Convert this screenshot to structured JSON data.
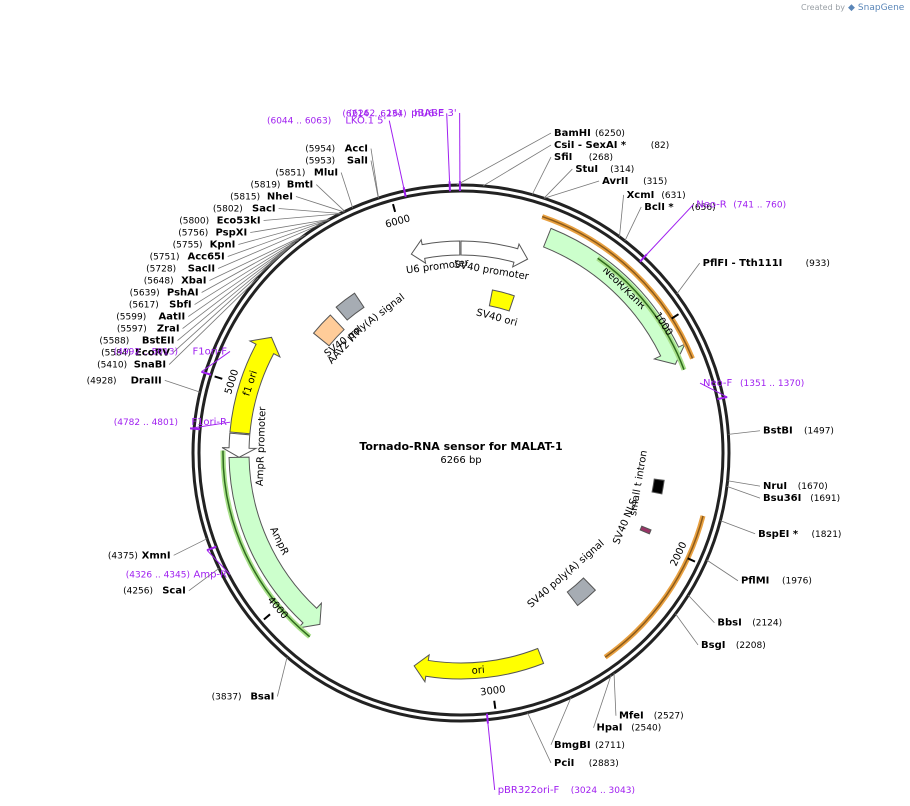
{
  "map": {
    "title": "Tornado-RNA sensor for MALAT-1",
    "size": "6266 bp",
    "length": 6266
  },
  "credit": {
    "prefix": "Created by",
    "brand": "SnapGene"
  },
  "tick_labels": [
    {
      "value": 1000,
      "text": "1000"
    },
    {
      "value": 2000,
      "text": "2000"
    },
    {
      "value": 3000,
      "text": "3000"
    },
    {
      "value": 4000,
      "text": "4000"
    },
    {
      "value": 5000,
      "text": "5000"
    },
    {
      "value": 6000,
      "text": "6000"
    }
  ],
  "enzymes": [
    {
      "name": "BamHI",
      "pos": "(6250)",
      "site": 6250
    },
    {
      "name": "CsiI - SexAI *",
      "pos": "(82)",
      "site": 82
    },
    {
      "name": "SfiI",
      "pos": "(268)",
      "site": 268
    },
    {
      "name": "StuI",
      "pos": "(314)",
      "site": 314
    },
    {
      "name": "AvrII",
      "pos": "(315)",
      "site": 315
    },
    {
      "name": "XcmI",
      "pos": "(631)",
      "site": 631
    },
    {
      "name": "BclI *",
      "pos": "(656)",
      "site": 656
    },
    {
      "name": "PflFI - Tth111I",
      "pos": "(933)",
      "site": 933
    },
    {
      "name": "BstBI",
      "pos": "(1497)",
      "site": 1497
    },
    {
      "name": "NruI",
      "pos": "(1670)",
      "site": 1670
    },
    {
      "name": "Bsu36I",
      "pos": "(1691)",
      "site": 1691
    },
    {
      "name": "BspEI *",
      "pos": "(1821)",
      "site": 1821
    },
    {
      "name": "PflMI",
      "pos": "(1976)",
      "site": 1976
    },
    {
      "name": "BbsI",
      "pos": "(2124)",
      "site": 2124
    },
    {
      "name": "BsgI",
      "pos": "(2208)",
      "site": 2208
    },
    {
      "name": "MfeI",
      "pos": "(2527)",
      "site": 2527
    },
    {
      "name": "HpaI",
      "pos": "(2540)",
      "site": 2540
    },
    {
      "name": "BmgBI",
      "pos": "(2711)",
      "site": 2711
    },
    {
      "name": "PciI",
      "pos": "(2883)",
      "site": 2883
    },
    {
      "name": "BsaI",
      "pos": "(3837)",
      "site": 3837
    },
    {
      "name": "ScaI",
      "pos": "(4256)",
      "site": 4256
    },
    {
      "name": "XmnI",
      "pos": "(4375)",
      "site": 4375
    },
    {
      "name": "DraIII",
      "pos": "(4928)",
      "site": 4928
    },
    {
      "name": "SnaBI",
      "pos": "(5410)",
      "site": 5410
    },
    {
      "name": "EcoRV",
      "pos": "(5584)",
      "site": 5584
    },
    {
      "name": "BstEII",
      "pos": "(5588)",
      "site": 5588
    },
    {
      "name": "ZraI",
      "pos": "(5597)",
      "site": 5597
    },
    {
      "name": "AatII",
      "pos": "(5599)",
      "site": 5599
    },
    {
      "name": "SbfI",
      "pos": "(5617)",
      "site": 5617
    },
    {
      "name": "PshAI",
      "pos": "(5639)",
      "site": 5639
    },
    {
      "name": "XbaI",
      "pos": "(5648)",
      "site": 5648
    },
    {
      "name": "SacII",
      "pos": "(5728)",
      "site": 5728
    },
    {
      "name": "Acc65I",
      "pos": "(5751)",
      "site": 5751
    },
    {
      "name": "KpnI",
      "pos": "(5755)",
      "site": 5755
    },
    {
      "name": "PspXI",
      "pos": "(5756)",
      "site": 5756
    },
    {
      "name": "Eco53kI",
      "pos": "(5800)",
      "site": 5800
    },
    {
      "name": "SacI",
      "pos": "(5802)",
      "site": 5802
    },
    {
      "name": "NheI",
      "pos": "(5815)",
      "site": 5815
    },
    {
      "name": "BmtI",
      "pos": "(5819)",
      "site": 5819
    },
    {
      "name": "MluI",
      "pos": "(5851)",
      "site": 5851
    },
    {
      "name": "SalI",
      "pos": "(5953)",
      "site": 5953
    },
    {
      "name": "AccI",
      "pos": "(5954)",
      "site": 5954
    }
  ],
  "primers": [
    {
      "name": "pBABE 3'",
      "pos": "(6262 .. 16)",
      "site": 6262
    },
    {
      "name": "hU6-F",
      "pos": "(6214 .. 6234)",
      "site": 6224
    },
    {
      "name": "LKO.1 5'",
      "pos": "(6044 .. 6063)",
      "site": 6054
    },
    {
      "name": "Neo-R",
      "pos": "(741 .. 760)",
      "site": 750
    },
    {
      "name": "Neo-F",
      "pos": "(1351 .. 1370)",
      "site": 1360
    },
    {
      "name": "pBR322ori-F",
      "pos": "(3024 .. 3043)",
      "site": 3034
    },
    {
      "name": "Amp-R",
      "pos": "(4326 .. 4345)",
      "site": 4335
    },
    {
      "name": "F1ori-R",
      "pos": "(4782 .. 4801)",
      "site": 4790
    },
    {
      "name": "F1ori-F",
      "pos": "(4992 .. 5013)",
      "site": 5002
    }
  ],
  "features": [
    {
      "label": "U6 promoter",
      "start": 6022,
      "end": 6260,
      "strand": "reverse",
      "color": "#ffffff"
    },
    {
      "label": "SV40 promoter",
      "start": 0,
      "end": 330,
      "strand": "forward",
      "color": "#ffffff"
    },
    {
      "label": "SV40 ori",
      "start": 190,
      "end": 326,
      "strand": "none",
      "color": "#ffff00"
    },
    {
      "label": "NeoR/KanR",
      "start": 380,
      "end": 1175,
      "strand": "forward",
      "color": "#ccffcc"
    },
    {
      "label": "small t intron",
      "start": 1700,
      "end": 1767,
      "strand": "none",
      "color": "#000000"
    },
    {
      "label": "SV40 NLS",
      "start": 1950,
      "end": 1971,
      "strand": "none",
      "color": "#993366"
    },
    {
      "label": "SV40 poly(A) signal",
      "start": 2360,
      "end": 2482,
      "strand": "none",
      "color": "#a6acb3"
    },
    {
      "label": "ori",
      "start": 2760,
      "end": 3349,
      "strand": "forward",
      "color": "#ffff00"
    },
    {
      "label": "AmpR",
      "start": 3820,
      "end": 4680,
      "strand": "reverse",
      "color": "#ccffcc"
    },
    {
      "label": "AmpR promoter",
      "start": 4680,
      "end": 4785,
      "strand": "reverse",
      "color": "#ffffff"
    },
    {
      "label": "f1 ori",
      "start": 4790,
      "end": 5246,
      "strand": "forward",
      "color": "#ffff00"
    },
    {
      "label": "AAV2 ITR",
      "start": 5380,
      "end": 5510,
      "strand": "none",
      "color": "#ffcc99"
    },
    {
      "label": "SV40 poly(A) signal",
      "start": 5560,
      "end": 5680,
      "strand": "none",
      "color": "#a6acb3"
    }
  ],
  "arcs": [
    {
      "name": "orange-arc-neo",
      "start": 330,
      "end": 1180,
      "color": "#e8a040",
      "inner": "#8b5a1a"
    },
    {
      "name": "green-arc-neo",
      "start": 610,
      "end": 1210,
      "color": "#a9e08a",
      "inner": "#2e6b1e"
    },
    {
      "name": "orange-arc-sv40",
      "start": 1820,
      "end": 2520,
      "color": "#e8a040",
      "inner": "#8b5a1a"
    },
    {
      "name": "green-arc-amp",
      "start": 3820,
      "end": 4710,
      "color": "#a9e08a",
      "inner": "#2e6b1e"
    }
  ]
}
